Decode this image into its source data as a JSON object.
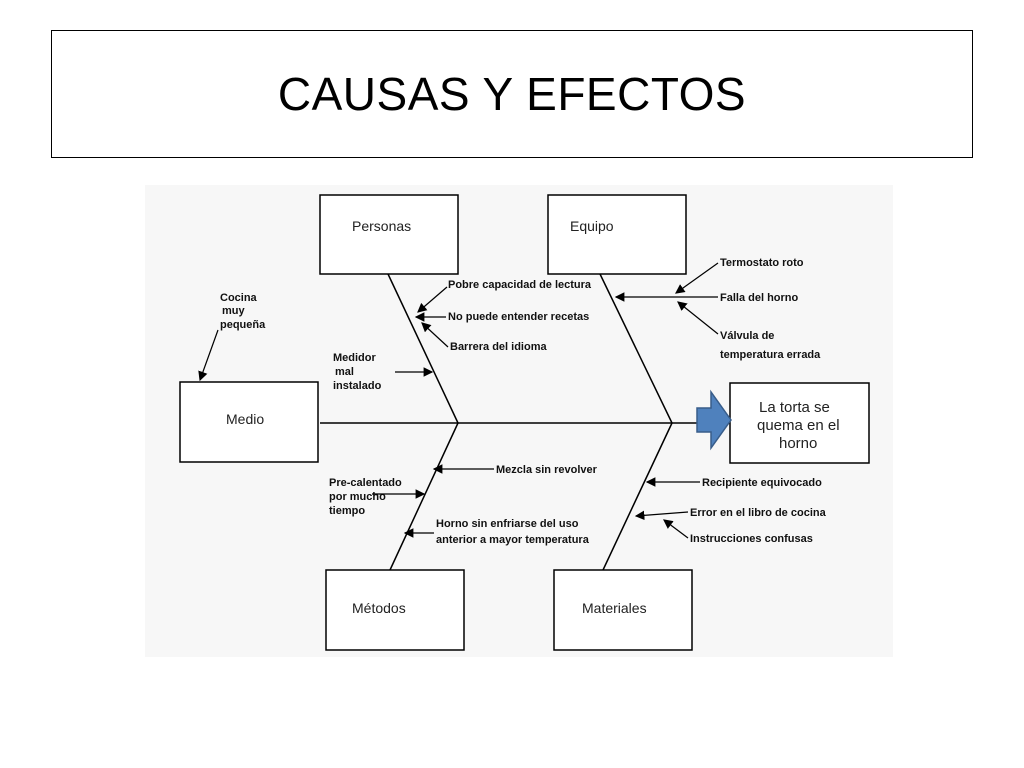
{
  "slide": {
    "title": "CAUSAS Y EFECTOS"
  },
  "diagram": {
    "categories": {
      "personas": "Personas",
      "equipo": "Equipo",
      "medio": "Medio",
      "metodos": "Métodos",
      "materiales": "Materiales"
    },
    "effect": [
      "La torta se",
      "quema en el",
      "horno"
    ],
    "causes": {
      "medio": [
        [
          "Cocina",
          "muy",
          "pequeña"
        ],
        [
          "Medidor",
          "mal",
          "instalado"
        ]
      ],
      "personas": [
        [
          "Pobre capacidad de lectura"
        ],
        [
          "No puede entender recetas"
        ],
        [
          "Barrera del idioma"
        ]
      ],
      "equipo": [
        [
          "Termostato roto"
        ],
        [
          "Falla del horno"
        ],
        [
          "Válvula  de",
          "temperatura errada"
        ]
      ],
      "metodos": [
        [
          "Mezcla sin revolver"
        ],
        [
          "Pre-calentado",
          "por mucho",
          "tiempo"
        ],
        [
          "Horno sin enfriarse del uso",
          "anterior a mayor temperatura"
        ]
      ],
      "materiales": [
        [
          "Recipiente equivocado"
        ],
        [
          "Error en el libro de cocina"
        ],
        [
          "Instrucciones confusas"
        ]
      ]
    },
    "colors": {
      "arrow_fill": "#4f81bd",
      "arrow_stroke": "#385d8a",
      "line": "#000000"
    }
  }
}
